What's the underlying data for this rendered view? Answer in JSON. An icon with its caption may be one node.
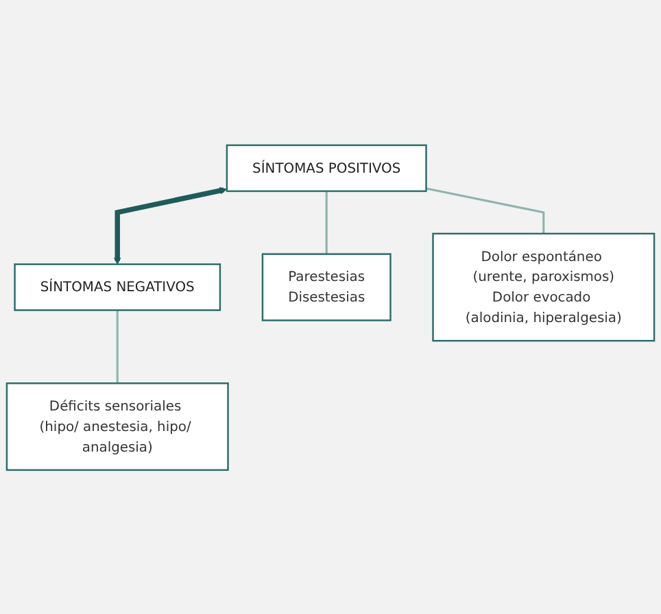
{
  "diagram": {
    "nodes": [
      {
        "text": [
          "SÍNTOMAS POSITIVOS"
        ]
      },
      {
        "text": [
          "SÍNTOMAS NEGATIVOS"
        ]
      },
      {
        "text": [
          "Parestesias",
          "Disestesias"
        ]
      },
      {
        "text": [
          "Dolor espontáneo (urente, paroxismos)",
          "Dolor evocado (alodinia, hiperalgesia)"
        ]
      },
      {
        "text": [
          "Déficits sensoriales (hipo/ anestesia, hipo/ analgesia)"
        ]
      }
    ],
    "edges": [
      {
        "from": 0,
        "to": 1,
        "arrow": "both",
        "style": "thick",
        "color": "#1e5c5a"
      },
      {
        "from": 0,
        "to": 2,
        "arrow": "none"
      },
      {
        "from": 0,
        "to": 3,
        "arrow": "none"
      },
      {
        "from": 1,
        "to": 4,
        "arrow": "none"
      }
    ]
  }
}
